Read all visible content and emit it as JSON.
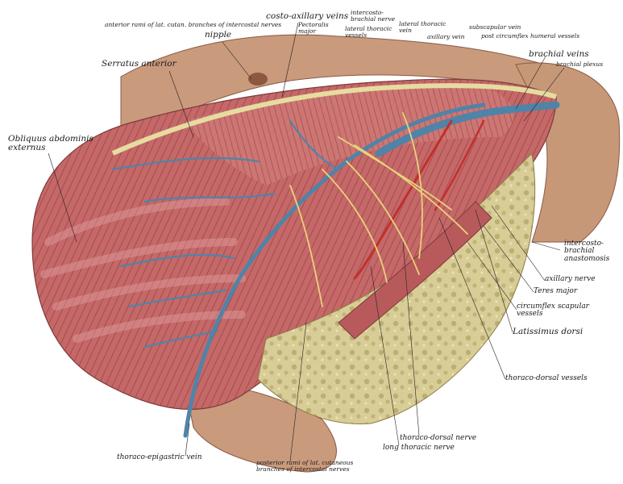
{
  "labels": {
    "anterior_rami": "anterior rami of lat. cutan. branches of intercostal nerves",
    "nipple": "nipple",
    "costo_axillary_veins": "costo-axillary veins",
    "pectoralis_major": "Pectoralis\nmajor",
    "intercosto_brachial_nerve": "intercosto-\nbrachial nerve",
    "lateral_thoracic_vessels": "lateral thoracic\nvessels",
    "lateral_thoracic_vein": "lateral thoracic\nvein",
    "axillary_vein": "axillary vein",
    "subscapular_vein": "subscapular vein",
    "post_circumflex_humeral_vessels": "post circumflex humeral vessels",
    "brachial_veins": "brachial veins",
    "brachial_plexus": "brachial plexus",
    "serratus_anterior": "Serratus anterior",
    "obliquus_abdominis_externus": "Obliquus abdominis\nexternus",
    "intercosto_brachial_anastomosis": "intercosto-\nbrachial\nanastomosis",
    "axillary_nerve": "axillary nerve",
    "teres_major": "Teres major",
    "circumflex_scapular_vessels": "circumflex scapular\nvessels",
    "latissimus_dorsi": "Latissimus dorsi",
    "thoraco_dorsal_vessels": "thoraco-dorsal vessels",
    "thoraco_dorsal_nerve": "thoraco-dorsal nerve",
    "long_thoracic_nerve": "long thoracic nerve",
    "thoraco_epigastric_vein": "thoraco-epigastric vein",
    "posterior_rami": "posterior rami of lat. cutaneous\nbranches of intercostal nerves"
  },
  "colors": {
    "skin": "#c99a7c",
    "skin_dark": "#9c6a50",
    "muscle": "#c76a6a",
    "muscle_dark": "#8f3c42",
    "fat": "#d9cf9a",
    "vein": "#4f84a8",
    "artery": "#c2302c",
    "nerve": "#e8d27a"
  }
}
